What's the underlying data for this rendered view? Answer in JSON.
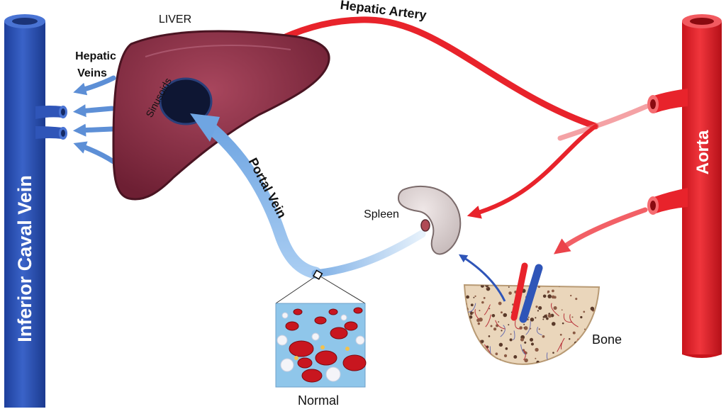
{
  "labels": {
    "liver": "LIVER",
    "hepatic_artery": "Hepatic Artery",
    "hepatic_veins_line1": "Hepatic",
    "hepatic_veins_line2": "Veins",
    "sinusoids": "Sinusoids",
    "portal_vein": "Portal Vein",
    "spleen": "Spleen",
    "bone": "Bone",
    "normal": "Normal",
    "aorta": "Aorta",
    "inferior_caval_vein": "Inferior Caval Vein"
  },
  "colors": {
    "vein_blue": "#2f55b8",
    "portal_blue": "#7aaee6",
    "artery_red": "#e8232b",
    "liver_maroon": "#8a2f45",
    "sinusoid_dark": "#0e1633",
    "spleen": "#ddd3d3",
    "bone": "#e8d3b6",
    "inset_bg": "#8fc6ea",
    "rbc_red": "#c8161f"
  }
}
